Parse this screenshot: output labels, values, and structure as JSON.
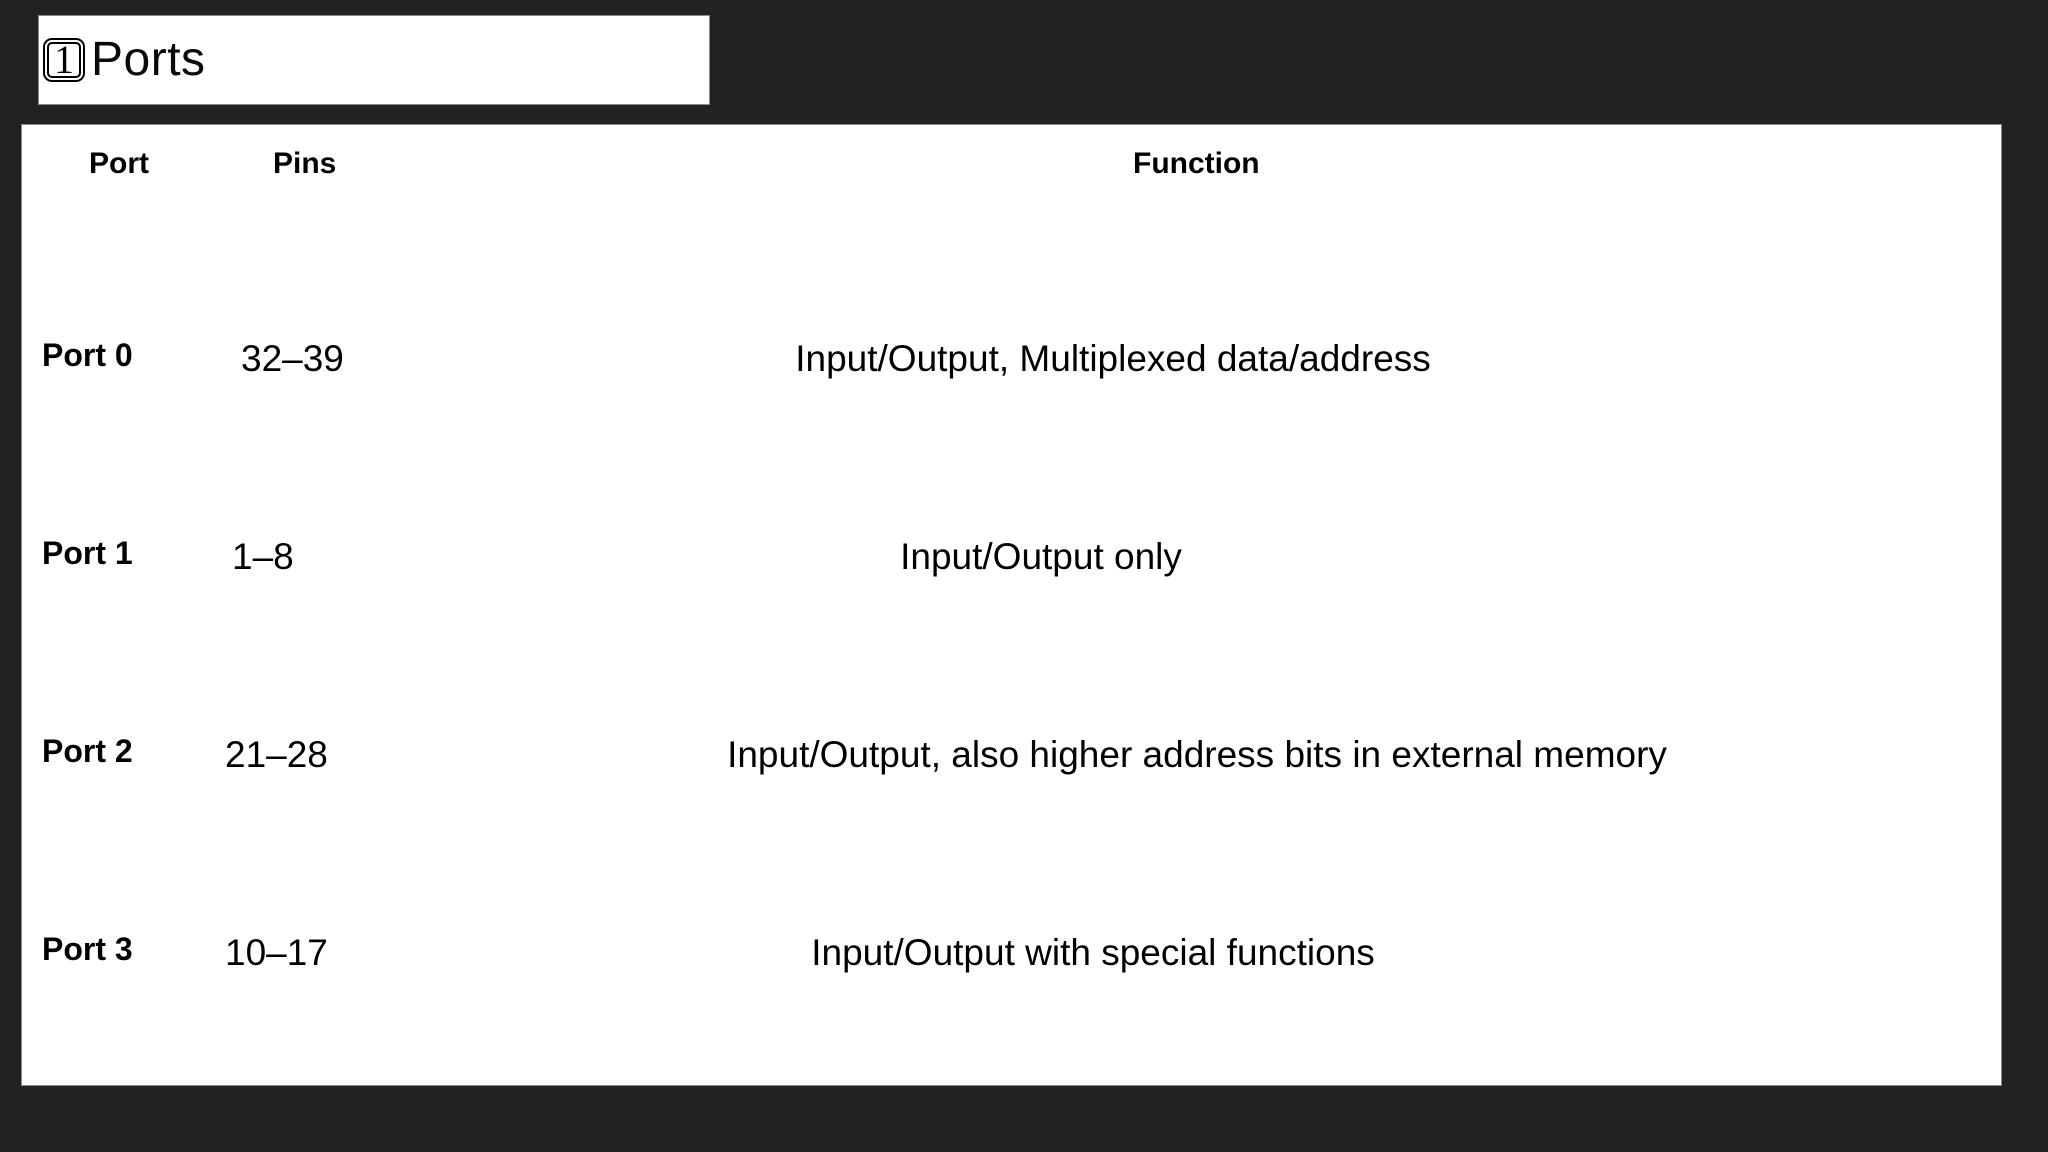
{
  "title": {
    "number": "1",
    "label": "Ports"
  },
  "table": {
    "headers": {
      "port": "Port",
      "pins": "Pins",
      "function": "Function"
    },
    "rows": [
      {
        "port": "Port 0",
        "pins": "32–39",
        "function": "Input/Output, Multiplexed data/address"
      },
      {
        "port": "Port 1",
        "pins": "1–8",
        "function": "Input/Output only"
      },
      {
        "port": "Port 2",
        "pins": "21–28",
        "function": "Input/Output, also higher address bits in external memory"
      },
      {
        "port": "Port 3",
        "pins": "10–17",
        "function": "Input/Output with special functions"
      }
    ]
  },
  "colors": {
    "background": "#222222",
    "panel": "#ffffff",
    "panel_border": "#8a8a8a",
    "text": "#000000"
  }
}
